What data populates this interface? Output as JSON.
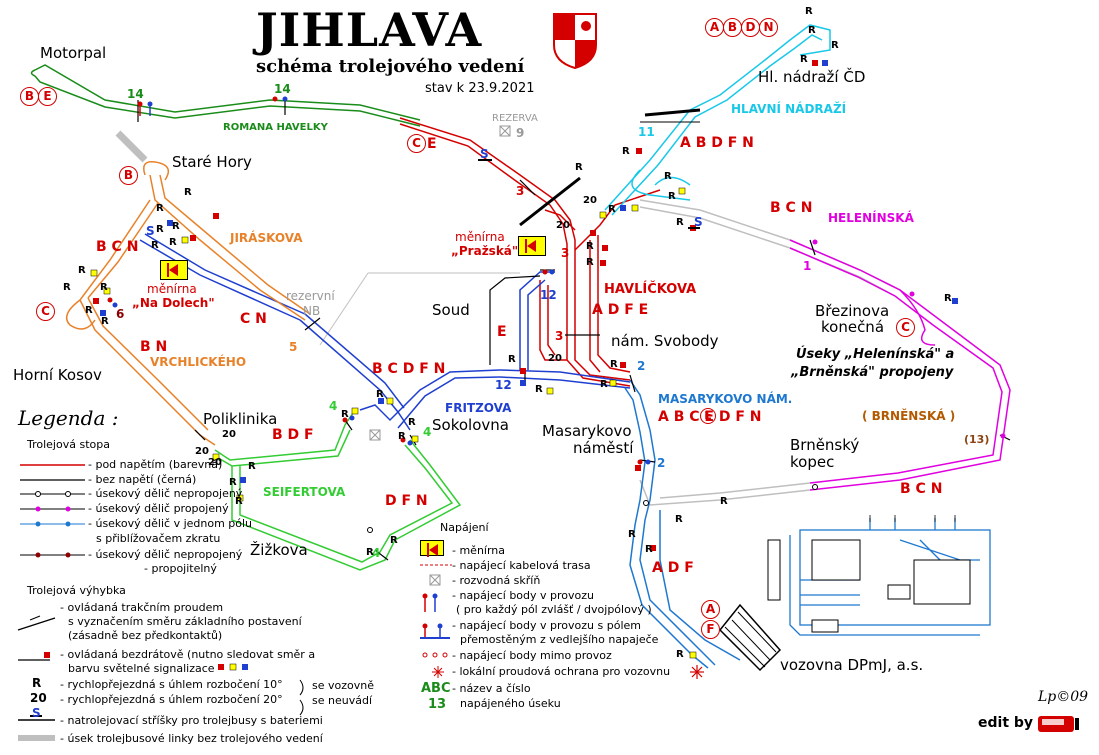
{
  "header": {
    "title": "JIHLAVA",
    "subtitle": "schéma trolejového vedení",
    "date": "stav k 23.9.2021"
  },
  "places": {
    "motorpal": "Motorpal",
    "stare_hory": "Staré Hory",
    "horni_kosov": "Horní Kosov",
    "poliklinika": "Poliklinika",
    "zizkova": "Žižkova",
    "soud": "Soud",
    "nam_svobody": "nám. Svobody",
    "sokolovna": "Sokolovna",
    "masarykovo_line1": "Masarykovo",
    "masarykovo_line2": "náměstí",
    "hl_nadrazi": "Hl. nádraží ČD",
    "brezinova_line1": "Březinova",
    "brezinova_line2": "konečná",
    "brnensky_line1": "Brněnský",
    "brnensky_line2": "kopec",
    "vozovna": "vozovna DPmJ, a.s."
  },
  "streets": {
    "romana_havelky": "ROMANA HAVELKY",
    "jiraskova": "JIRÁSKOVA",
    "vrchlickeho": "VRCHLICKÉHO",
    "seifertova": "SEIFERTOVA",
    "fritzova": "FRITZOVA",
    "havlickova": "HAVLÍČKOVA",
    "masarykovo_nam": "MASARYKOVO NÁM.",
    "hlavni_nadrazi": "HLAVNÍ NÁDRAŽÍ",
    "heleninska": "HELENÍNSKÁ",
    "brnenska": "( BRNĚNSKÁ )",
    "rezerva": "REZERVA",
    "rezervni": "rezervní",
    "nb": "NB"
  },
  "sections": {
    "bcn_left": "B C N",
    "cn": "C N",
    "bn": "B N",
    "bcdfn": "B C D F N",
    "bdf": "B D F",
    "dfn": "D F N",
    "e": "E",
    "ce": "E",
    "adfe": "A D F E",
    "abdfn": "A B D F N",
    "bcn_right": "B C N",
    "bcn_bottom": "B C N",
    "abcedfn": "A B C E D F N",
    "adf": "A D F"
  },
  "circles": {
    "abdn": [
      "A",
      "B",
      "D",
      "N"
    ],
    "be": [
      "B",
      "E"
    ],
    "b": "B",
    "c_left": "C",
    "ce": "C",
    "c_right": "C",
    "e_mas": "E",
    "a_voz": "A",
    "f_voz": "F"
  },
  "menirny": {
    "na_dolech_line1": "měnírna",
    "na_dolech_line2": "„Na Dolech\"",
    "prazska_line1": "měnírna",
    "prazska_line2": "„Pražská\""
  },
  "numbers": {
    "n14a": "14",
    "n14b": "14",
    "n9": "9",
    "n3a": "3",
    "n3b": "3",
    "n3c": "3",
    "n20a": "20",
    "n20b": "20",
    "n20c": "20",
    "n12a": "12",
    "n12b": "12",
    "n11": "11",
    "n1": "1",
    "n2a": "2",
    "n2b": "2",
    "n5": "5",
    "n6": "6",
    "n4a": "4",
    "n4b": "4",
    "n4c": "4",
    "n13": "(13)",
    "n20p1": "20",
    "n20p2": "20",
    "n20p3": "20"
  },
  "note": {
    "line1": "Úseky „Helenínská\" a",
    "line2": "„Brněnská\" propojeny"
  },
  "legend": {
    "title": "Legenda :",
    "stopa_title": "Trolejová stopa",
    "stopa": [
      "- pod napětím (barevná)",
      "- bez napětí (černá)",
      "- úsekový dělič nepropojený",
      "- úsekový dělič propojený",
      "- úsekový dělič v jednom pólu",
      "s přiblížovačem zkratu",
      "- úsekový dělič nepropojený",
      "- propojitelný"
    ],
    "vyhybka_title": "Trolejová výhybka",
    "vyhybka": [
      "- ovládaná trakčním proudem",
      "s vyznačením směru základního postavení",
      "(zásadně bez předkontaktů)",
      "- ovládaná bezdrátově (nutno sledovat směr a",
      "barvu světelné signalizace",
      "- rychlopřejezdná s úhlem rozbočení 10°",
      "- rychlopřejezdná s úhlem rozbočení 20°",
      "se vozovně",
      "se neuvádí",
      "- natrolejovací stříšky pro trolejbusy s bateriemi",
      "- úsek trolejbusové linky bez trolejového vedení"
    ],
    "r_symbol": "R",
    "twenty_symbol": "20",
    "s_symbol": "S",
    "napajeni_title": "Napájení",
    "napajeni": [
      "- měnírna",
      "- napájecí kabelová trasa",
      "- rozvodná skříň",
      "- napájecí body v provozu",
      "( pro každý pól zvlášť / dvojpólový )",
      "- napájecí body v provozu s pólem",
      "přemostěným z vedlejšího napaječe",
      "- napájecí body mimo provoz",
      "- lokální proudová ochrana pro vozovnu",
      "- název a číslo",
      "napájeného úseku"
    ],
    "abc": "ABC",
    "abc_num": "13"
  },
  "footer": {
    "signature": "Lp©09",
    "edit_by": "edit by"
  },
  "colors": {
    "red": "#d40000",
    "green": "#1a8c1a",
    "orange": "#e8822a",
    "blue": "#1f3fd0",
    "magenta": "#e000e0",
    "cyan": "#19c8e8",
    "steelblue": "#1e78d0",
    "darkred": "#8b0000",
    "gray": "#bfbfbf"
  }
}
